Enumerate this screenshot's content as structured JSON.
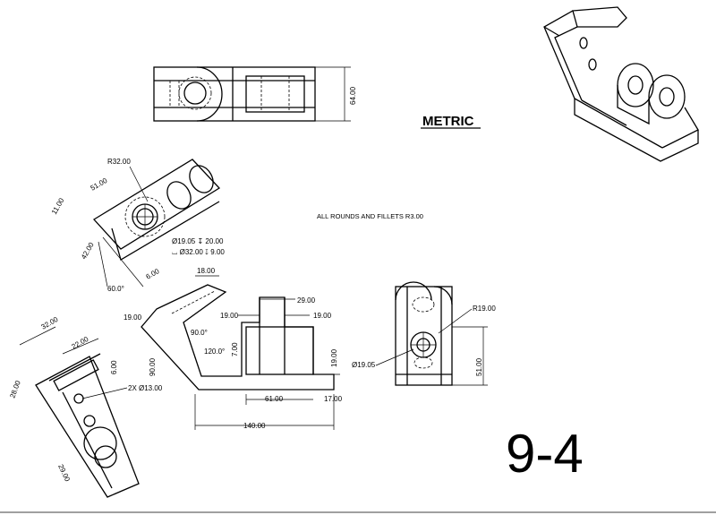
{
  "title_metric": "METRIC",
  "note_rounds": "ALL ROUNDS AND FILLETS  R3.00",
  "sheet_number": "9-4",
  "dims": {
    "top_depth": "64.00",
    "r32": "R32.00",
    "d51": "51.00",
    "d11": "11.00",
    "d42": "42.00",
    "a60": "60.0°",
    "d6a": "6.00",
    "hole1": "Ø19.05 ↧ 20.00",
    "hole2": "⌴ Ø32.00 ↧ 9.00",
    "d18": "18.00",
    "d19a": "19.00",
    "a90": "90.0°",
    "a120": "120.0°",
    "d90": "90.00",
    "d7": "7.00",
    "d29a": "29.00",
    "d19b": "19.00",
    "d19c": "19.00",
    "d19d": "19.00",
    "d61": "61.00",
    "d17": "17.00",
    "d140": "140.00",
    "d32": "32.00",
    "d22": "22.00",
    "d6b": "6.00",
    "d28": "28.00",
    "holes2x": "2X Ø13.00",
    "d29b": "29.00",
    "r19": "R19.00",
    "d1905": "Ø19.05",
    "d51b": "51.00"
  }
}
